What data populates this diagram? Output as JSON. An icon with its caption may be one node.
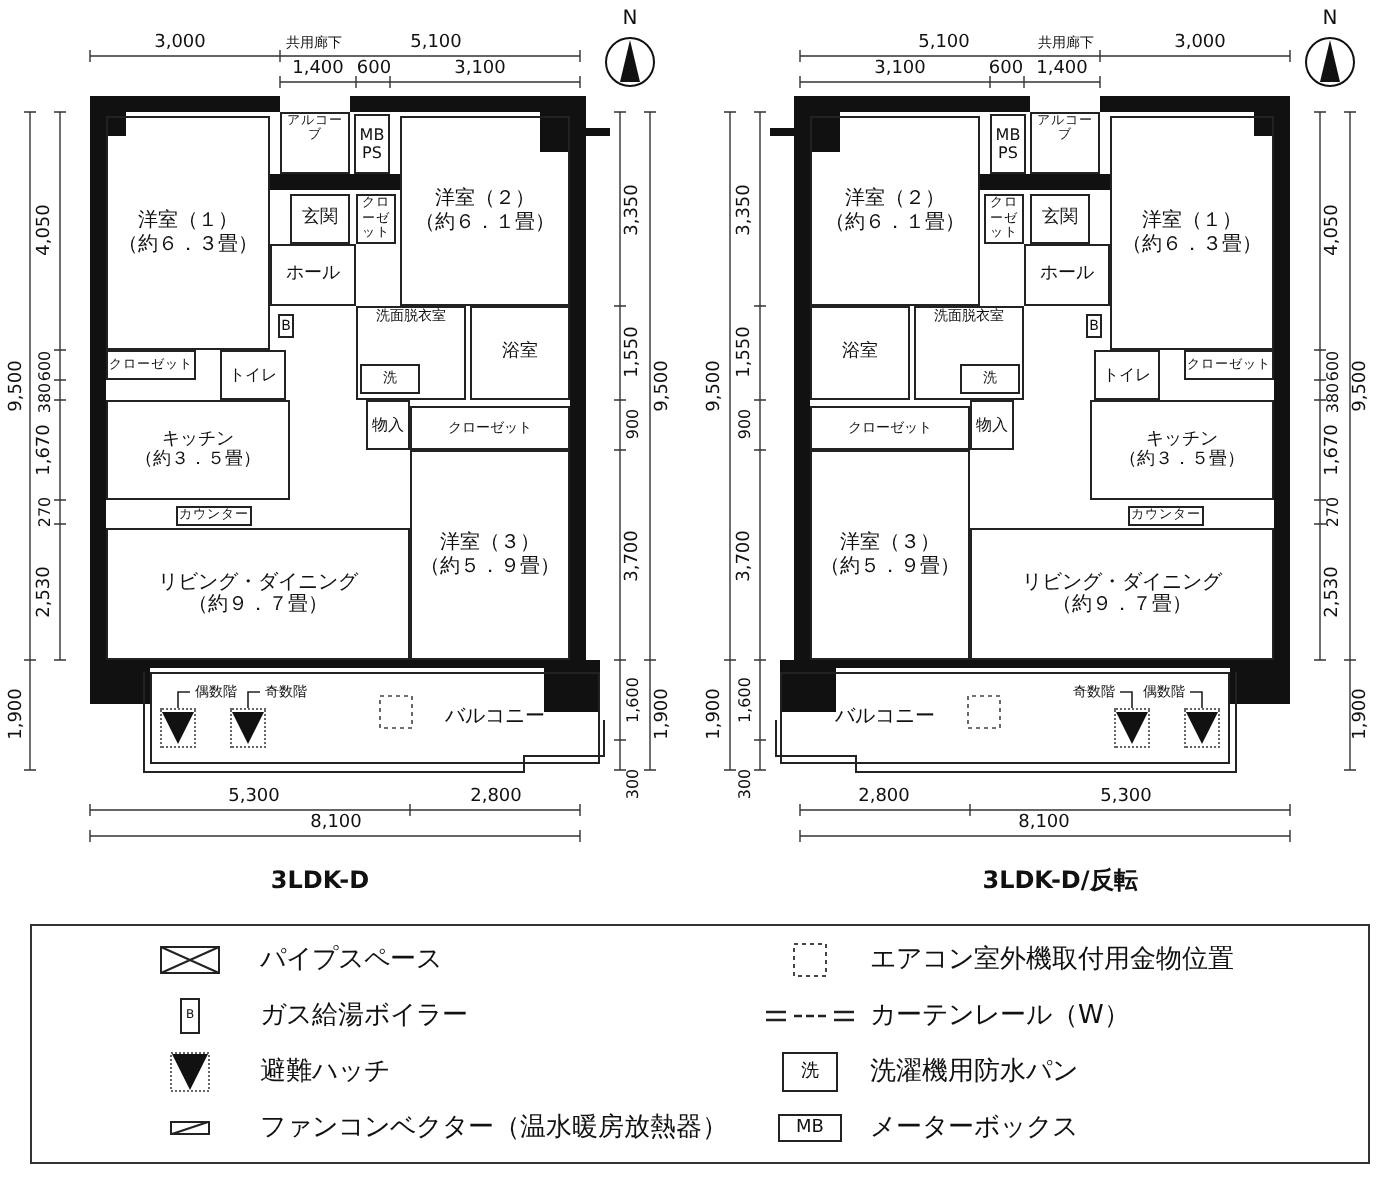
{
  "diagram": {
    "nodes": [
      {
        "text": [
          "アルコーブ"
        ]
      },
      {
        "text": [
          "MB",
          "PS"
        ]
      },
      {
        "text": [
          "洋室（１）",
          "（約６．３畳）"
        ]
      },
      {
        "text": [
          "洋室（２）",
          "（約６．１畳）"
        ]
      },
      {
        "text": [
          "玄関"
        ]
      },
      {
        "text": [
          "クローゼット"
        ]
      },
      {
        "text": [
          "ホール"
        ]
      },
      {
        "text": [
          "B"
        ]
      },
      {
        "text": [
          "洗面脱衣室"
        ]
      },
      {
        "text": [
          "浴室"
        ]
      },
      {
        "text": [
          "洗"
        ],
        "in": 8
      },
      {
        "text": [
          "クローゼット"
        ]
      },
      {
        "text": [
          "トイレ"
        ]
      },
      {
        "text": [
          "キッチン",
          "（約３．５畳）"
        ]
      },
      {
        "text": [
          "カウンター"
        ]
      },
      {
        "text": [
          "物入"
        ]
      },
      {
        "text": [
          "クローゼット"
        ]
      },
      {
        "text": [
          "洋室（３）",
          "（約５．９畳）"
        ]
      },
      {
        "text": [
          "リビング・ダイニング",
          "（約９．７畳）"
        ]
      },
      {
        "text": [
          "バルコニー"
        ]
      },
      {
        "text": [
          "偶数階"
        ],
        "in": 19
      },
      {
        "text": [],
        "shape": "triangle",
        "in": 19
      },
      {
        "text": [
          "奇数階"
        ],
        "in": 19
      },
      {
        "text": [],
        "shape": "triangle",
        "in": 19
      },
      {
        "text": [
          "アルコーブ"
        ]
      },
      {
        "text": [
          "MB",
          "PS"
        ]
      },
      {
        "text": [
          "洋室（１）",
          "（約６．３畳）"
        ]
      },
      {
        "text": [
          "洋室（２）",
          "（約６．１畳）"
        ]
      },
      {
        "text": [
          "玄関"
        ]
      },
      {
        "text": [
          "クローゼット"
        ]
      },
      {
        "text": [
          "ホール"
        ]
      },
      {
        "text": [
          "B"
        ]
      },
      {
        "text": [
          "洗面脱衣室"
        ]
      },
      {
        "text": [
          "浴室"
        ]
      },
      {
        "text": [
          "洗"
        ],
        "in": 32
      },
      {
        "text": [
          "クローゼット"
        ]
      },
      {
        "text": [
          "トイレ"
        ]
      },
      {
        "text": [
          "キッチン",
          "（約３．５畳）"
        ]
      },
      {
        "text": [
          "カウンター"
        ]
      },
      {
        "text": [
          "物入"
        ]
      },
      {
        "text": [
          "クローゼット"
        ]
      },
      {
        "text": [
          "洋室（３）",
          "（約５．９畳）"
        ]
      },
      {
        "text": [
          "リビング・ダイニング",
          "（約９．７畳）"
        ]
      },
      {
        "text": [
          "バルコニー"
        ]
      },
      {
        "text": [
          "奇数階"
        ],
        "in": 43
      },
      {
        "text": [],
        "shape": "triangle",
        "in": 43
      },
      {
        "text": [
          "偶数階"
        ],
        "in": 43
      },
      {
        "text": [],
        "shape": "triangle",
        "in": 43
      }
    ],
    "edges": [
      {
        "from": 20,
        "to": 21,
        "arrow": "none"
      },
      {
        "from": 22,
        "to": 23,
        "arrow": "none"
      },
      {
        "from": 44,
        "to": 45,
        "arrow": "none"
      },
      {
        "from": 46,
        "to": 47,
        "arrow": "none"
      }
    ],
    "labels": [
      "3,000",
      "共用廊下",
      "5,100",
      "1,400",
      "600",
      "3,100",
      "N",
      "4,050",
      "9,500",
      "380",
      "600",
      "1,670",
      "270",
      "2,530",
      "1,900",
      "3,350",
      "1,550",
      "9,500",
      "900",
      "3,700",
      "1,600",
      "1,900",
      "300",
      "5,300",
      "2,800",
      "8,100",
      "3LDK-D",
      "3,000",
      "共用廊下",
      "5,100",
      "1,400",
      "600",
      "3,100",
      "N",
      "4,050",
      "9,500",
      "380",
      "600",
      "1,670",
      "270",
      "2,530",
      "1,900",
      "3,350",
      "1,550",
      "9,500",
      "900",
      "3,700",
      "1,600",
      "1,900",
      "300",
      "5,300",
      "2,800",
      "8,100",
      "3LDK-D/反転",
      "B",
      "洗",
      "MB"
    ],
    "legend": [
      {
        "text": "パイプスペース"
      },
      {
        "text": "エアコン室外機取付用金物位置"
      },
      {
        "text": "ガス給湯ボイラー"
      },
      {
        "text": "カーテンレール（W）"
      },
      {
        "text": "避難ハッチ"
      },
      {
        "text": "洗濯機用防水パン"
      },
      {
        "text": "ファンコンベクター（温水暖房放熱器）"
      },
      {
        "text": "メーターボックス"
      }
    ]
  }
}
